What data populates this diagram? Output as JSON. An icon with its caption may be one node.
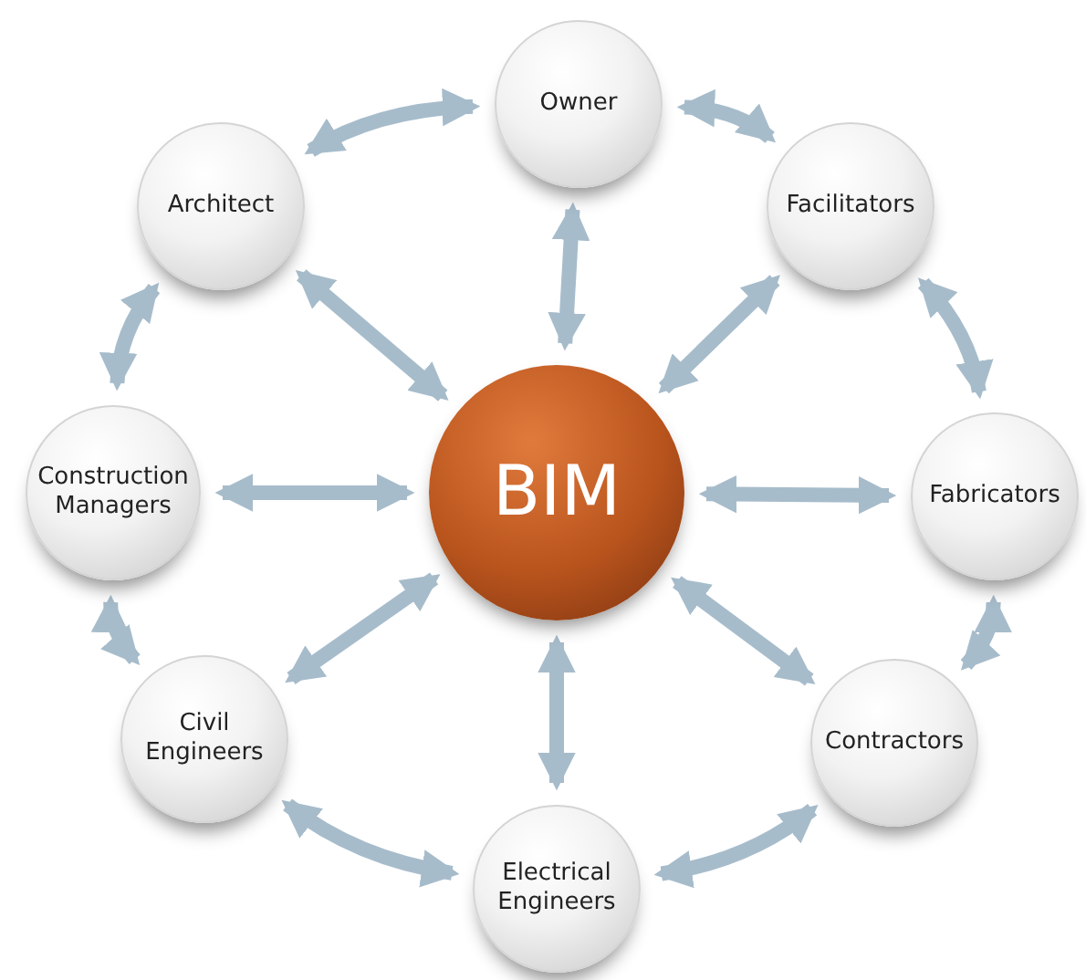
{
  "diagram": {
    "nodes": [
      {
        "text": [
          "BIM"
        ]
      },
      {
        "text": [
          "Owner"
        ]
      },
      {
        "text": [
          "Architect"
        ]
      },
      {
        "text": [
          "Facilitators"
        ]
      },
      {
        "text": [
          "Construction Managers"
        ]
      },
      {
        "text": [
          "Fabricators"
        ]
      },
      {
        "text": [
          "Civil Engineers"
        ]
      },
      {
        "text": [
          "Contractors"
        ]
      },
      {
        "text": [
          "Electrical Engineers"
        ]
      }
    ],
    "edges": [
      {
        "from": 0,
        "to": 1,
        "arrow": "both"
      },
      {
        "from": 0,
        "to": 2,
        "arrow": "both"
      },
      {
        "from": 0,
        "to": 3,
        "arrow": "both"
      },
      {
        "from": 0,
        "to": 4,
        "arrow": "both"
      },
      {
        "from": 0,
        "to": 5,
        "arrow": "both"
      },
      {
        "from": 0,
        "to": 6,
        "arrow": "both"
      },
      {
        "from": 0,
        "to": 7,
        "arrow": "both"
      },
      {
        "from": 0,
        "to": 8,
        "arrow": "both"
      },
      {
        "from": 1,
        "to": 2,
        "arrow": "both"
      },
      {
        "from": 1,
        "to": 3,
        "arrow": "both"
      },
      {
        "from": 3,
        "to": 5,
        "arrow": "both"
      },
      {
        "from": 2,
        "to": 4,
        "arrow": "both"
      },
      {
        "from": 4,
        "to": 6,
        "arrow": "both"
      },
      {
        "from": 6,
        "to": 8,
        "arrow": "both"
      },
      {
        "from": 8,
        "to": 7,
        "arrow": "both"
      },
      {
        "from": 7,
        "to": 5,
        "arrow": "both"
      }
    ]
  }
}
